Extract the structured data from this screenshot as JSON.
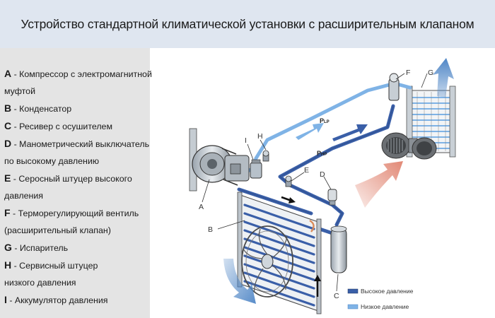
{
  "title": "Устройство стандартной климатической установки с расширительным клапаном",
  "legend": [
    {
      "code": "A",
      "lines": [
        " - Компрессор с электромагнитной",
        "муфтой"
      ]
    },
    {
      "code": "B",
      "lines": [
        " - Конденсатор"
      ]
    },
    {
      "code": "C",
      "lines": [
        " - Ресивер с осушителем"
      ]
    },
    {
      "code": "D",
      "lines": [
        " - Манометрический выключатель",
        "по высокому давлению"
      ]
    },
    {
      "code": "E",
      "lines": [
        " - Серосный штуцер высокого",
        "давления"
      ]
    },
    {
      "code": "F",
      "lines": [
        " - Терморегулирующий вентиль",
        "(расширительный клапан)"
      ]
    },
    {
      "code": "G",
      "lines": [
        " - Испаритель"
      ]
    },
    {
      "code": "H",
      "lines": [
        " - Сервисный штуцер",
        "низкого давления"
      ]
    },
    {
      "code": "I",
      "lines": [
        " - Аккумулятор давления"
      ]
    }
  ],
  "callouts": {
    "A": "A",
    "B": "B",
    "C": "C",
    "D": "D",
    "E": "E",
    "F": "F",
    "G": "G",
    "H": "H",
    "I": "I"
  },
  "pressure_labels": {
    "low_main": "P",
    "low_sub": "LP",
    "high_main": "P",
    "high_sub": "HP"
  },
  "pipe_key": {
    "high": "Высокое давление",
    "low": "Низкое давление"
  },
  "colors": {
    "title_bg": "#dfe6f0",
    "legend_bg": "#e4e4e4",
    "high_pressure": "#3a5fa8",
    "low_pressure": "#7fb3e6",
    "hot_air": "#e0826e",
    "cold_air": "#4f86c6"
  }
}
